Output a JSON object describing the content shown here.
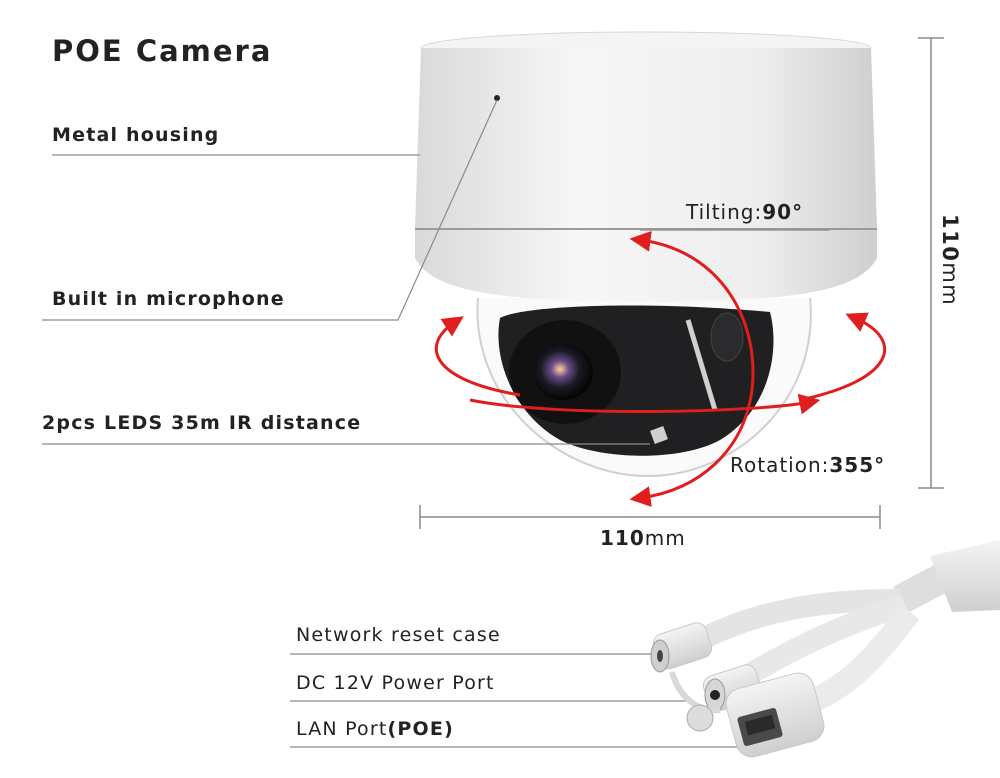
{
  "title": "POE Camera",
  "callouts": {
    "metal_housing": "Metal housing",
    "microphone": "Built in microphone",
    "leds": "2pcs LEDS 35m IR distance",
    "network_reset": "Network reset case",
    "dc_power": "DC 12V Power Port",
    "lan_port": "LAN Port",
    "lan_port_suffix": "(POE)"
  },
  "dimensions": {
    "width_value": "110",
    "width_unit": "mm",
    "height_value": "110",
    "height_unit": "mm"
  },
  "motion": {
    "tilting_label": "Tilting:",
    "tilting_value": "90°",
    "rotation_label": "Rotation:",
    "rotation_value": "355°"
  },
  "colors": {
    "arrow": "#e01e1e",
    "housing": "#f2f2f2",
    "lens": "#1c1c1c",
    "cable": "#e6e6e6"
  }
}
